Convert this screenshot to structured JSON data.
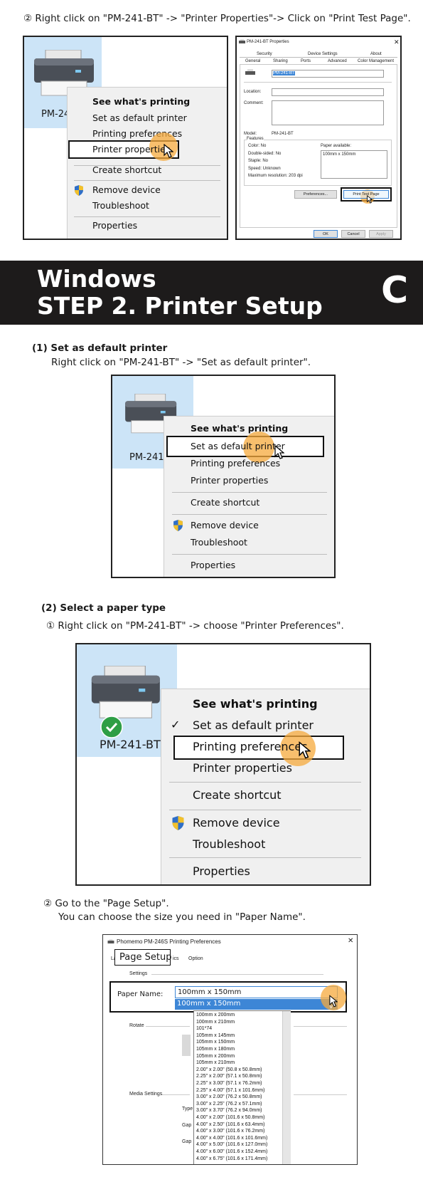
{
  "step_top": {
    "instruction": "② Right click on \"PM-241-BT\" -> \"Printer Properties\"-> Click on \"Print Test Page\"."
  },
  "shot1": {
    "printer_label": "PM-241-BT",
    "menu": {
      "see_whats_printing": "See what's printing",
      "set_default": "Set as default printer",
      "printing_prefs": "Printing preferences",
      "printer_props": "Printer properties",
      "create_shortcut": "Create shortcut",
      "remove_device": "Remove device",
      "troubleshoot": "Troubleshoot",
      "properties": "Properties"
    }
  },
  "props_dialog": {
    "title": "PM-241-BT Properties",
    "tabs_row1": [
      "Security",
      "Device Settings",
      "About"
    ],
    "tabs_row2": [
      "General",
      "Sharing",
      "Ports",
      "Advanced",
      "Color Management"
    ],
    "name_value": "PM-241-BT",
    "location_label": "Location:",
    "comment_label": "Comment:",
    "model_label": "Model:",
    "model_value": "PM-241-BT",
    "features_label": "Features",
    "color": "Color: No",
    "double_sided": "Double-sided: No",
    "staple": "Staple: No",
    "speed": "Speed: Unknown",
    "max_res": "Maximum resolution: 203 dpi",
    "paper_available_label": "Paper available:",
    "paper_available_value": "100mm x 150mm",
    "preferences_btn": "Preferences...",
    "print_test_btn": "Print Test Page",
    "ok_btn": "OK",
    "cancel_btn": "Cancel",
    "apply_btn": "Apply"
  },
  "banner": {
    "line1": "Windows",
    "line2": "STEP 2. Printer Setup",
    "letter": "C"
  },
  "sec1": {
    "heading": "(1) Set as default printer",
    "instruction": "Right click on \"PM-241-BT\" -> \"Set as default printer\"."
  },
  "sec2": {
    "heading": "(2)  Select a paper type",
    "sub1": "①   Right click on \"PM-241-BT\" -> choose \"Printer Preferences\".",
    "sub2_line1": "②  Go to the \"Page Setup\".",
    "sub2_line2": "You can choose the size you need in \"Paper Name\"."
  },
  "prefs_dialog": {
    "title": "Phomemo PM-246S Printing Preferences",
    "tab_hidden_prefix": "La",
    "tab_page_setup": "Page Setup",
    "tab_graphics_fragment": "ics",
    "tab_option": "Option",
    "settings_label": "Settings",
    "paper_name_label": "Paper Name:",
    "paper_value": "100mm x 150mm",
    "paper_highlight": "100mm x 150mm",
    "rotate_label": "Rotate",
    "media_settings_label": "Media Settings",
    "type_label": "Type",
    "gap_label1": "Gap",
    "gap_label2": "Gap",
    "paper_options": [
      "100mm x 200mm",
      "100mm x 210mm",
      "101*74",
      "105mm x 145mm",
      "105mm x 150mm",
      "105mm x 180mm",
      "105mm x 200mm",
      "105mm x 210mm",
      "2.00\" x 2.00\" (50.8 x 50.8mm)",
      "2.25\" x 2.00\" (57.1 x 50.8mm)",
      "2.25\" x 3.00\" (57.1 x 76.2mm)",
      "2.25\" x 4.00\" (57.1 x 101.6mm)",
      "3.00\" x 2.00\" (76.2 x 50.8mm)",
      "3.00\" x 2.25\" (76.2 x 57.1mm)",
      "3.00\" x 3.70\" (76.2 x 94.0mm)",
      "4.00\" x 2.00\" (101.6 x 50.8mm)",
      "4.00\" x 2.50\" (101.6 x 63.4mm)",
      "4.00\" x 3.00\" (101.6 x 76.2mm)",
      "4.00\" x 4.00\" (101.6 x 101.6mm)",
      "4.00\" x 5.00\" (101.6 x 127.0mm)",
      "4.00\" x 6.00\" (101.6 x 152.4mm)",
      "4.00\" x 6.75\" (101.6 x 171.4mm)"
    ]
  },
  "colors": {
    "banner_bg": "#1d1b1b",
    "selection_tile": "#cce4f7",
    "highlight_blue": "#3d86d6",
    "glow": "#f5aa3c",
    "check_green": "#2e9e45"
  }
}
